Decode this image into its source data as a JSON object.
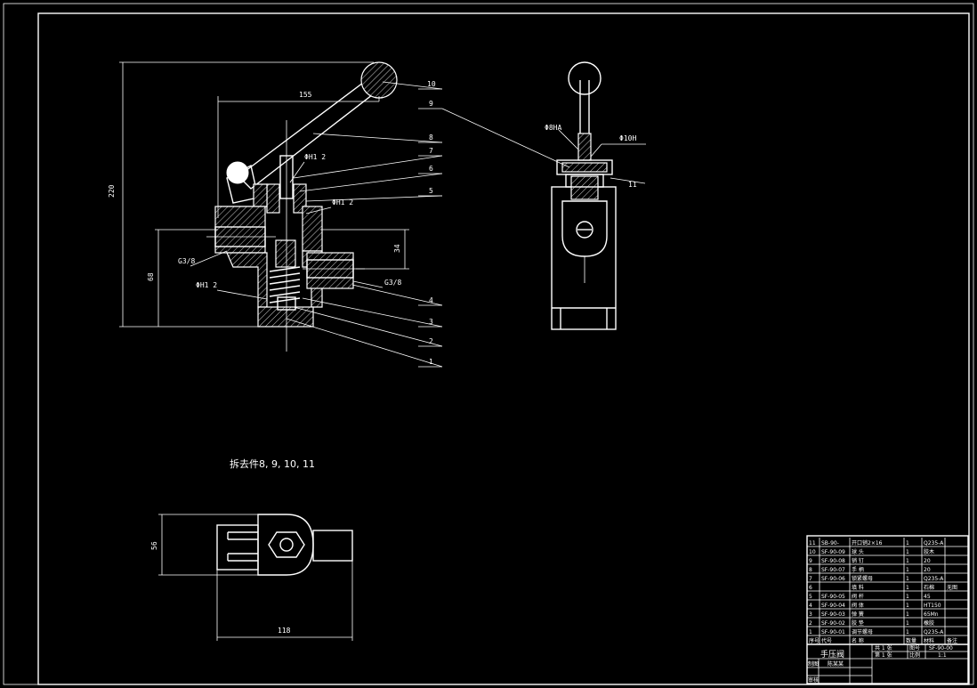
{
  "dimensions": {
    "height_total": "220",
    "width_top": "155",
    "height_ports": "68",
    "port_spacing": "34",
    "width_bottom": "118",
    "depth_bottom": "56",
    "fit_top_left": "ΦΗ1 2",
    "fit_bottom_left": "ΦΗ1 2",
    "fit_mid": "ΦΗ1 2",
    "thread_left": "G3/8",
    "thread_right": "G3/8",
    "side_fit_left": "Φ8ΗΑ",
    "side_fit_right": "Φ10Η",
    "side_label_11": "11"
  },
  "balloons": [
    "10",
    "9",
    "8",
    "7",
    "6",
    "5",
    "4",
    "3",
    "2",
    "1"
  ],
  "note": "拆去件8, 9, 10, 11",
  "bom": {
    "rows": [
      {
        "no": "11",
        "code": "SB-90-",
        "name": "开口销2×16",
        "qty": "1",
        "material": "Q235-A",
        "remark": ""
      },
      {
        "no": "10",
        "code": "SF-90-09",
        "name": "球   头",
        "qty": "1",
        "material": "胶木",
        "remark": ""
      },
      {
        "no": "9",
        "code": "SF-90-08",
        "name": "销   钉",
        "qty": "1",
        "material": "20",
        "remark": ""
      },
      {
        "no": "8",
        "code": "SF-90-07",
        "name": "手   柄",
        "qty": "1",
        "material": "20",
        "remark": ""
      },
      {
        "no": "7",
        "code": "SF-90-06",
        "name": "锁紧螺母",
        "qty": "1",
        "material": "Q235-A",
        "remark": ""
      },
      {
        "no": "6",
        "code": "",
        "name": "填   料",
        "qty": "1",
        "material": "石棉",
        "remark": "无图"
      },
      {
        "no": "5",
        "code": "SF-90-05",
        "name": "阀   杆",
        "qty": "1",
        "material": "45",
        "remark": ""
      },
      {
        "no": "4",
        "code": "SF-90-04",
        "name": "阀   体",
        "qty": "1",
        "material": "HT150",
        "remark": ""
      },
      {
        "no": "3",
        "code": "SF-90-03",
        "name": "弹   簧",
        "qty": "1",
        "material": "65Mn",
        "remark": ""
      },
      {
        "no": "2",
        "code": "SF-90-02",
        "name": "胶   垫",
        "qty": "1",
        "material": "橡胶",
        "remark": ""
      },
      {
        "no": "1",
        "code": "SF-90-01",
        "name": "调节螺母",
        "qty": "1",
        "material": "Q235-A",
        "remark": ""
      }
    ],
    "header": {
      "no": "序号",
      "code": "代号",
      "name": "名   称",
      "qty": "数量",
      "material": "材料",
      "remark": "备注"
    },
    "title": "手压阀",
    "drawing_no": "SF-90-00",
    "scale": "1:1",
    "drawn": "制图",
    "checked": "审核",
    "designer": "陈某某",
    "qty_label": "共 1 张",
    "sheet_label": "第 1 张",
    "fig_no_label": "图号",
    "scale_label": "比例"
  }
}
